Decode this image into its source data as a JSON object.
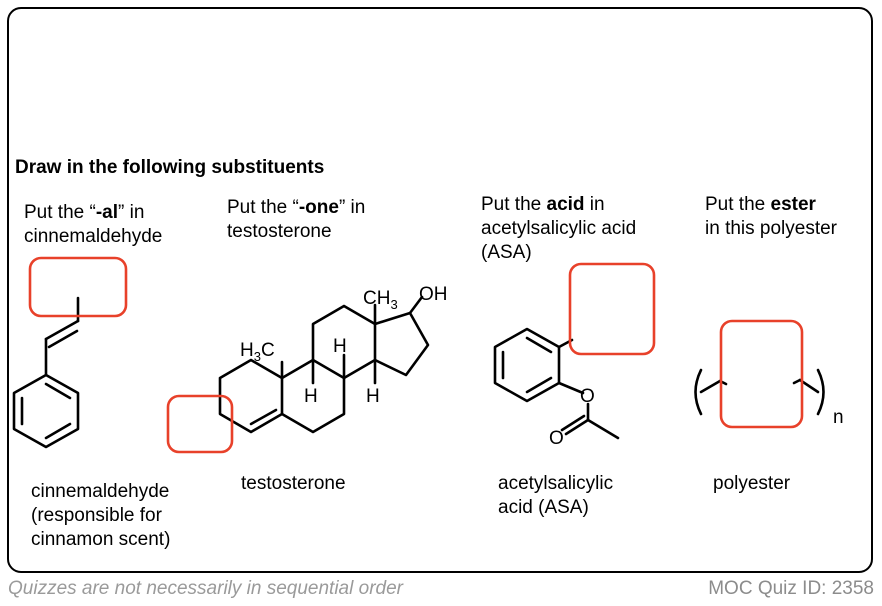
{
  "heading": "Draw in the following substituents",
  "prompts": [
    {
      "pre": "Put the “",
      "key": "-al",
      "post": "” in",
      "line2": "cinnemaldehyde"
    },
    {
      "pre": "Put the “",
      "key": "-one",
      "post": "” in",
      "line2": "testosterone"
    },
    {
      "pre": "Put the ",
      "key": "acid",
      "post": " in",
      "line2": "acetylsalicylic acid",
      "line3": "(ASA)"
    },
    {
      "pre": "Put the ",
      "key": "ester",
      "post": "",
      "line2": "in this polyester"
    }
  ],
  "captions": [
    {
      "line1": "cinnemaldehyde",
      "line2": "(responsible for",
      "line3": "cinnamon scent)"
    },
    {
      "line1": "testosterone"
    },
    {
      "line1": "acetylsalicylic",
      "line2": "acid (ASA)"
    },
    {
      "line1": "polyester"
    }
  ],
  "atoms": {
    "ch3": "CH",
    "ch3_sub": "3",
    "oh": "OH",
    "h3c_h": "H",
    "h3c_sub": "3",
    "h3c_c": "C",
    "h": "H",
    "o": "O",
    "n": "n"
  },
  "colors": {
    "box": "#e8412a",
    "frame": "#000000",
    "footer": "#9a9a9a"
  },
  "footer": {
    "left": "Quizzes are not necessarily in sequential order",
    "right": "MOC Quiz ID: 2358"
  }
}
